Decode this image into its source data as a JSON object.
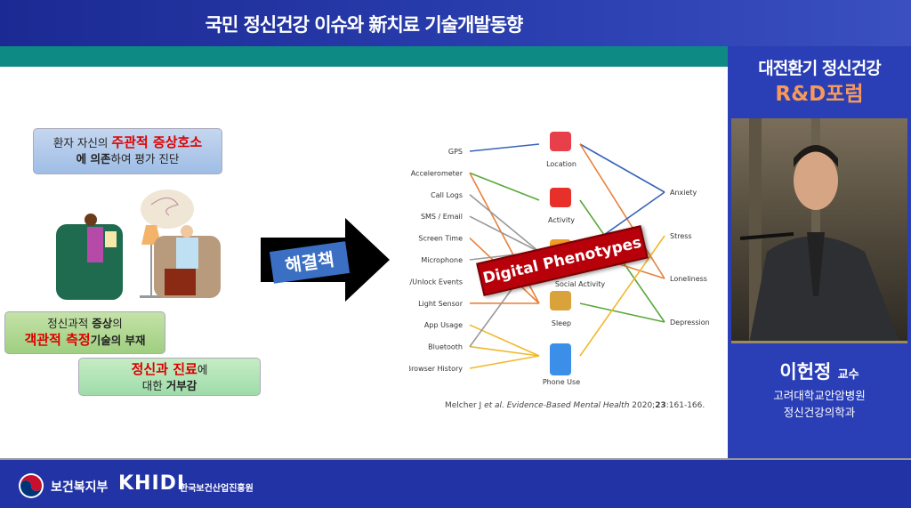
{
  "header": {
    "title": "국민 정신건강 이슈와 新치료 기술개발동향"
  },
  "forum": {
    "line1": "대전환기 정신건강",
    "line2": "R&D포럼"
  },
  "speaker": {
    "name": "이헌정",
    "title": "교수",
    "affiliation1": "고려대학교안암병원",
    "affiliation2": "정신건강의학과"
  },
  "slide": {
    "box1": {
      "a": "환자 자신의 ",
      "b": "주관적 증상호소",
      "c": "에 의존",
      "d": "하여 평가 진단"
    },
    "box2": {
      "a": "정신과적 ",
      "b": "증상",
      "c": "의",
      "d": "객관적 측정",
      "e": "기술의 부재"
    },
    "box3": {
      "a": "정신과 진료",
      "b": "에",
      "c": "대한 ",
      "d": "거부감"
    },
    "arrow_label": "해결책",
    "banner": "Digital Phenotypes",
    "citation": {
      "authors": "Melcher J ",
      "etal": "et al. Evidence-Based Mental Health ",
      "year": "2020;",
      "vol": "23",
      "pages": ":161-166."
    }
  },
  "diagram": {
    "sources": [
      "GPS",
      "Accelerometer",
      "Call Logs",
      "SMS / Email",
      "Screen Time",
      "Microphone",
      "Lock/Unlock Events",
      "Light Sensor",
      "App Usage",
      "Bluetooth",
      "Browser History"
    ],
    "features": [
      "Location",
      "Activity",
      "Social Activity",
      "Sleep",
      "Phone Use"
    ],
    "outcomes": [
      "Anxiety",
      "Stress",
      "Loneliness",
      "Depression"
    ],
    "colors": {
      "blue": "#3a64b8",
      "green": "#5aa83a",
      "orange": "#e8803a",
      "gray": "#999999",
      "yellow": "#f2b82a"
    },
    "edges_in": [
      [
        0,
        0,
        "blue"
      ],
      [
        1,
        1,
        "green"
      ],
      [
        1,
        3,
        "orange"
      ],
      [
        2,
        2,
        "gray"
      ],
      [
        3,
        2,
        "gray"
      ],
      [
        4,
        3,
        "orange"
      ],
      [
        5,
        2,
        "gray"
      ],
      [
        7,
        3,
        "orange"
      ],
      [
        8,
        4,
        "yellow"
      ],
      [
        9,
        4,
        "yellow"
      ],
      [
        9,
        2,
        "gray"
      ],
      [
        10,
        4,
        "yellow"
      ]
    ],
    "edges_out": [
      [
        0,
        0,
        "blue"
      ],
      [
        0,
        2,
        "orange"
      ],
      [
        1,
        3,
        "green"
      ],
      [
        2,
        0,
        "blue"
      ],
      [
        2,
        2,
        "orange"
      ],
      [
        3,
        3,
        "green"
      ],
      [
        4,
        1,
        "yellow"
      ]
    ]
  },
  "footer": {
    "ministry": "보건복지부",
    "khidi": "KHIDI",
    "khidi_name": "한국보건산업진흥원"
  }
}
